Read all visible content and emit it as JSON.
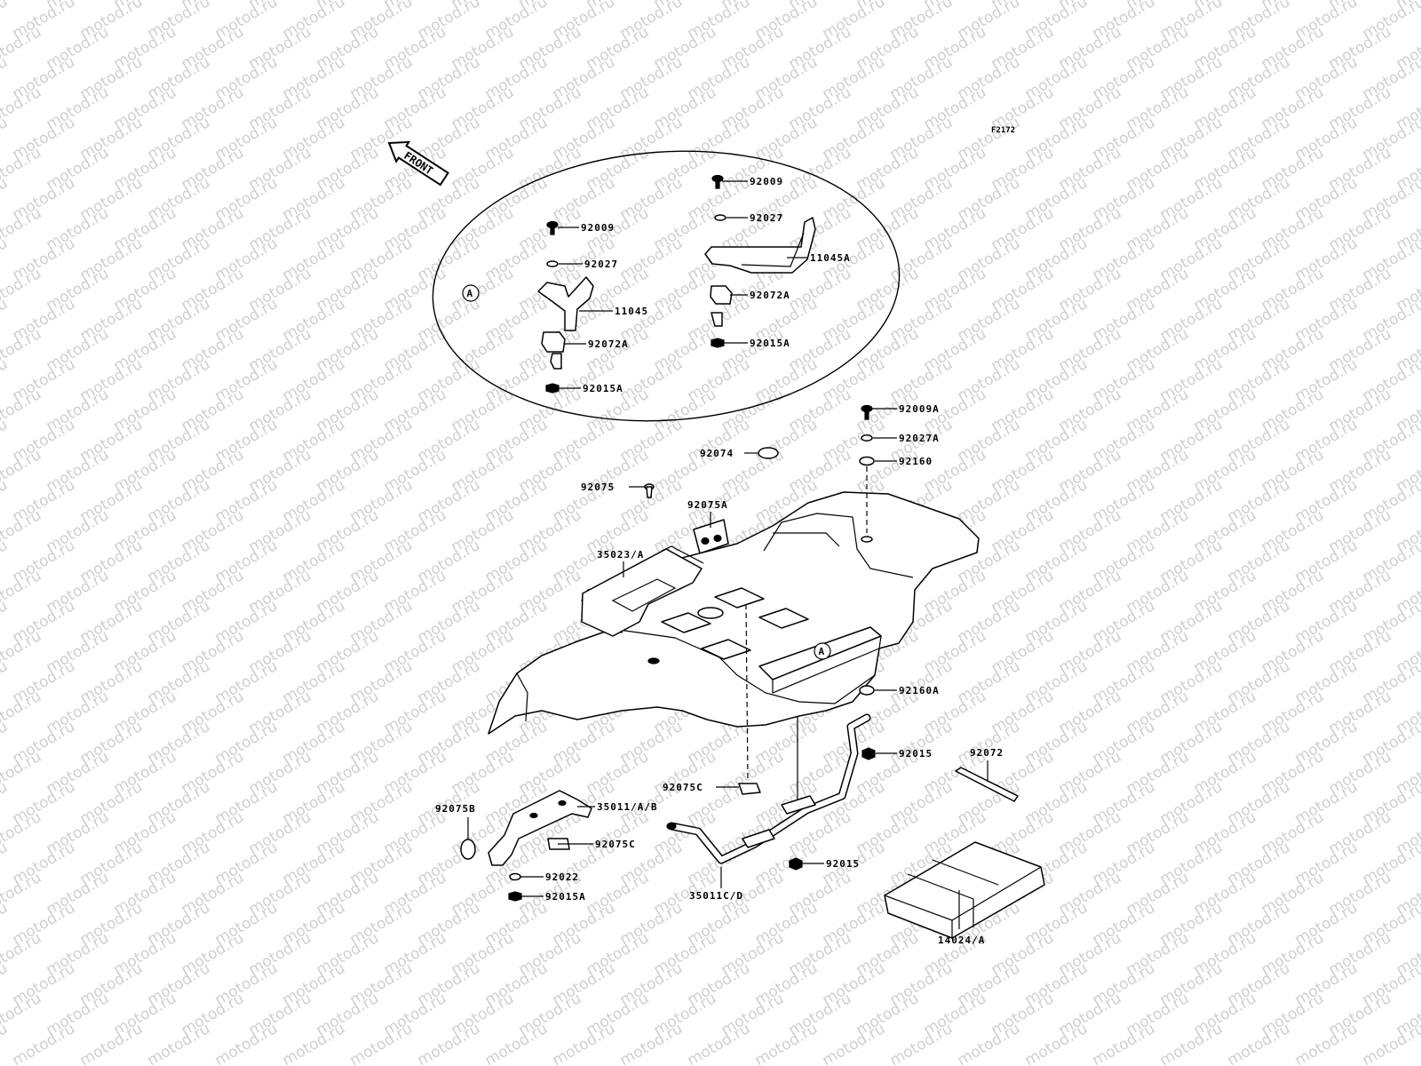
{
  "watermark": "motod.ru",
  "figure_code": "F2172",
  "front_label": "FRONT",
  "detail_marker": "A",
  "callouts": {
    "c92009_r": "92009",
    "c92027_r": "92027",
    "c11045A": "11045A",
    "c92072A_r": "92072A",
    "c92015A_r": "92015A",
    "c92009_l": "92009",
    "c92027_l": "92027",
    "c11045": "11045",
    "c92072A_l": "92072A",
    "c92015A_l": "92015A",
    "c92009A": "92009A",
    "c92074": "92074",
    "c92027A": "92027A",
    "c92160": "92160",
    "c92075": "92075",
    "c92075A": "92075A",
    "c35023A": "35023/A",
    "c92160A": "92160A",
    "c92015_a": "92015",
    "c92072": "92072",
    "c92075C_a": "92075C",
    "c35011AB": "35011/A/B",
    "c92075B": "92075B",
    "c92075C_b": "92075C",
    "c92022": "92022",
    "c92015A_b": "92015A",
    "c35011CD": "35011C/D",
    "c92015_b": "92015",
    "c14024A": "14024/A"
  }
}
